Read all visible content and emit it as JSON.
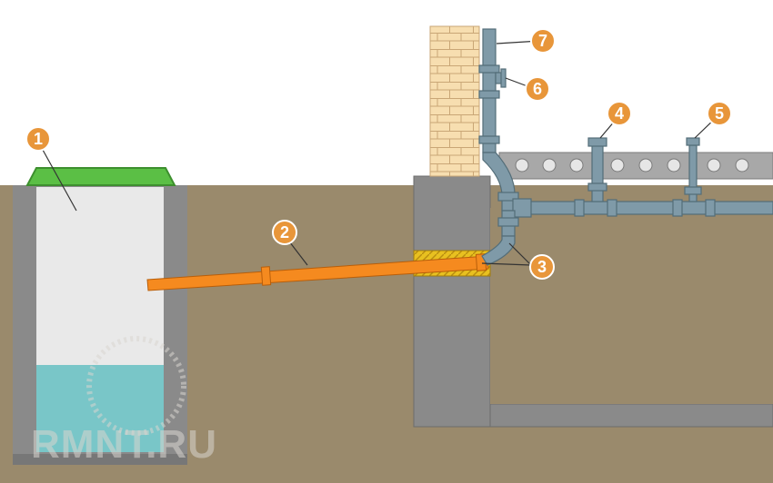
{
  "callouts": [
    {
      "id": "1",
      "label": "1"
    },
    {
      "id": "2",
      "label": "2"
    },
    {
      "id": "3",
      "label": "3"
    },
    {
      "id": "4",
      "label": "4"
    },
    {
      "id": "5",
      "label": "5"
    },
    {
      "id": "6",
      "label": "6"
    },
    {
      "id": "7",
      "label": "7"
    }
  ],
  "watermark": {
    "text": "RMNT.RU"
  },
  "colors": {
    "soil": "#9a8a6c",
    "sky": "#ffffff",
    "concrete": "#8a8a8a",
    "tank_interior": "#e9e9e9",
    "water": "#79c6c8",
    "lid": "#5bbf45",
    "outlet_pipe": "#f58a1f",
    "drain_pipe": "#7f9aa8",
    "brick": "#f7deb0",
    "sleeve": "#e8c020",
    "callout": "#e8963a"
  }
}
